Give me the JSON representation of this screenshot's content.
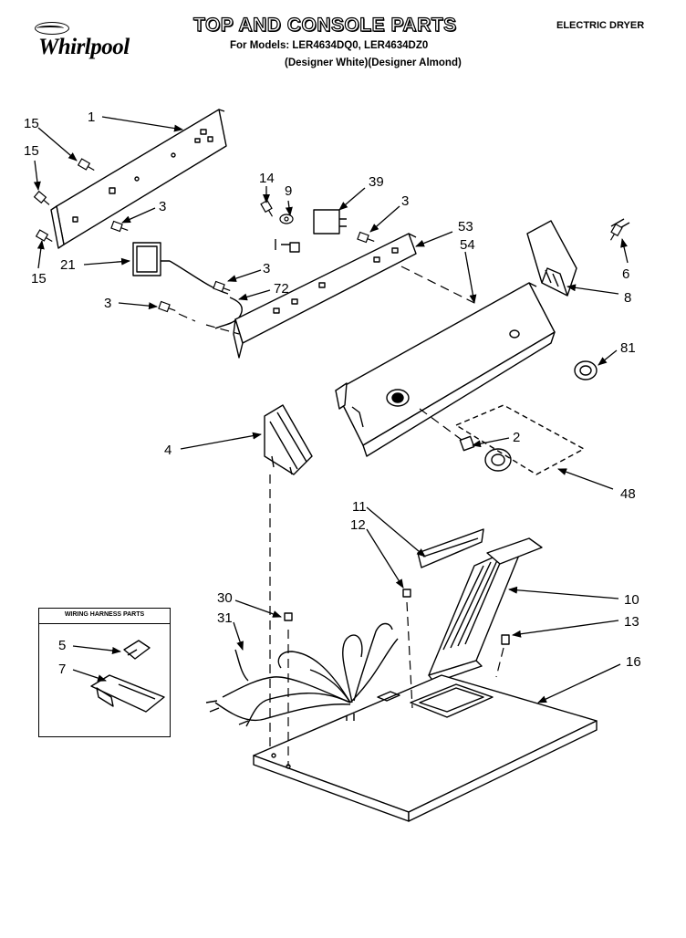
{
  "header": {
    "title": "TOP AND CONSOLE PARTS",
    "models_line": "For Models: LER4634DQ0, LER4634DZ0",
    "colors_line": "(Designer White)(Designer Almond)",
    "product_type": "ELECTRIC DRYER",
    "brand": "Whirlpool"
  },
  "inset": {
    "title": "WIRING HARNESS PARTS"
  },
  "callouts": [
    "1",
    "15",
    "15",
    "15",
    "3",
    "21",
    "3",
    "3",
    "72",
    "14",
    "9",
    "39",
    "3",
    "53",
    "54",
    "6",
    "8",
    "81",
    "2",
    "48",
    "4",
    "11",
    "12",
    "10",
    "13",
    "16",
    "30",
    "31",
    "5",
    "7"
  ]
}
